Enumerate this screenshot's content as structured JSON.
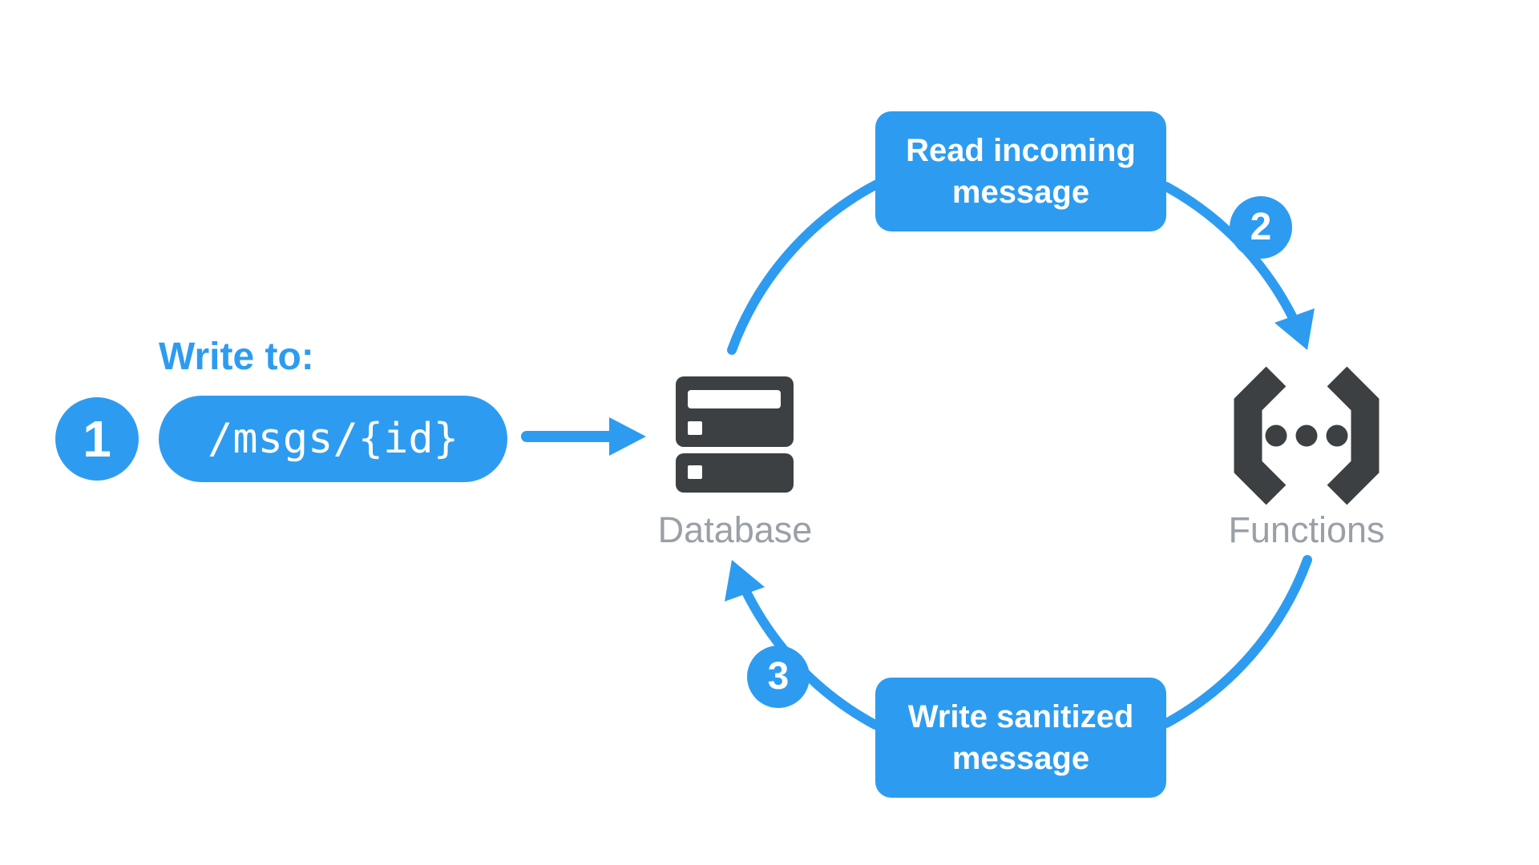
{
  "palette": {
    "accent_blue": "#2D9CF0",
    "icon_dark": "#3C4043",
    "label_gray": "#9AA0A6",
    "text_on_blue": "#FFFFFF",
    "background": "#FFFFFF"
  },
  "step1": {
    "badge": "1",
    "label": "Write to:",
    "path_value": "/msgs/{id}"
  },
  "nodes": {
    "database": {
      "label": "Database",
      "icon": "server-stack-icon"
    },
    "functions": {
      "label": "Functions",
      "icon": "code-brackets-icon"
    }
  },
  "cycle": {
    "step2": {
      "badge": "2",
      "box_line1": "Read incoming",
      "box_line2": "message"
    },
    "step3": {
      "badge": "3",
      "box_line1": "Write sanitized",
      "box_line2": "message"
    }
  }
}
